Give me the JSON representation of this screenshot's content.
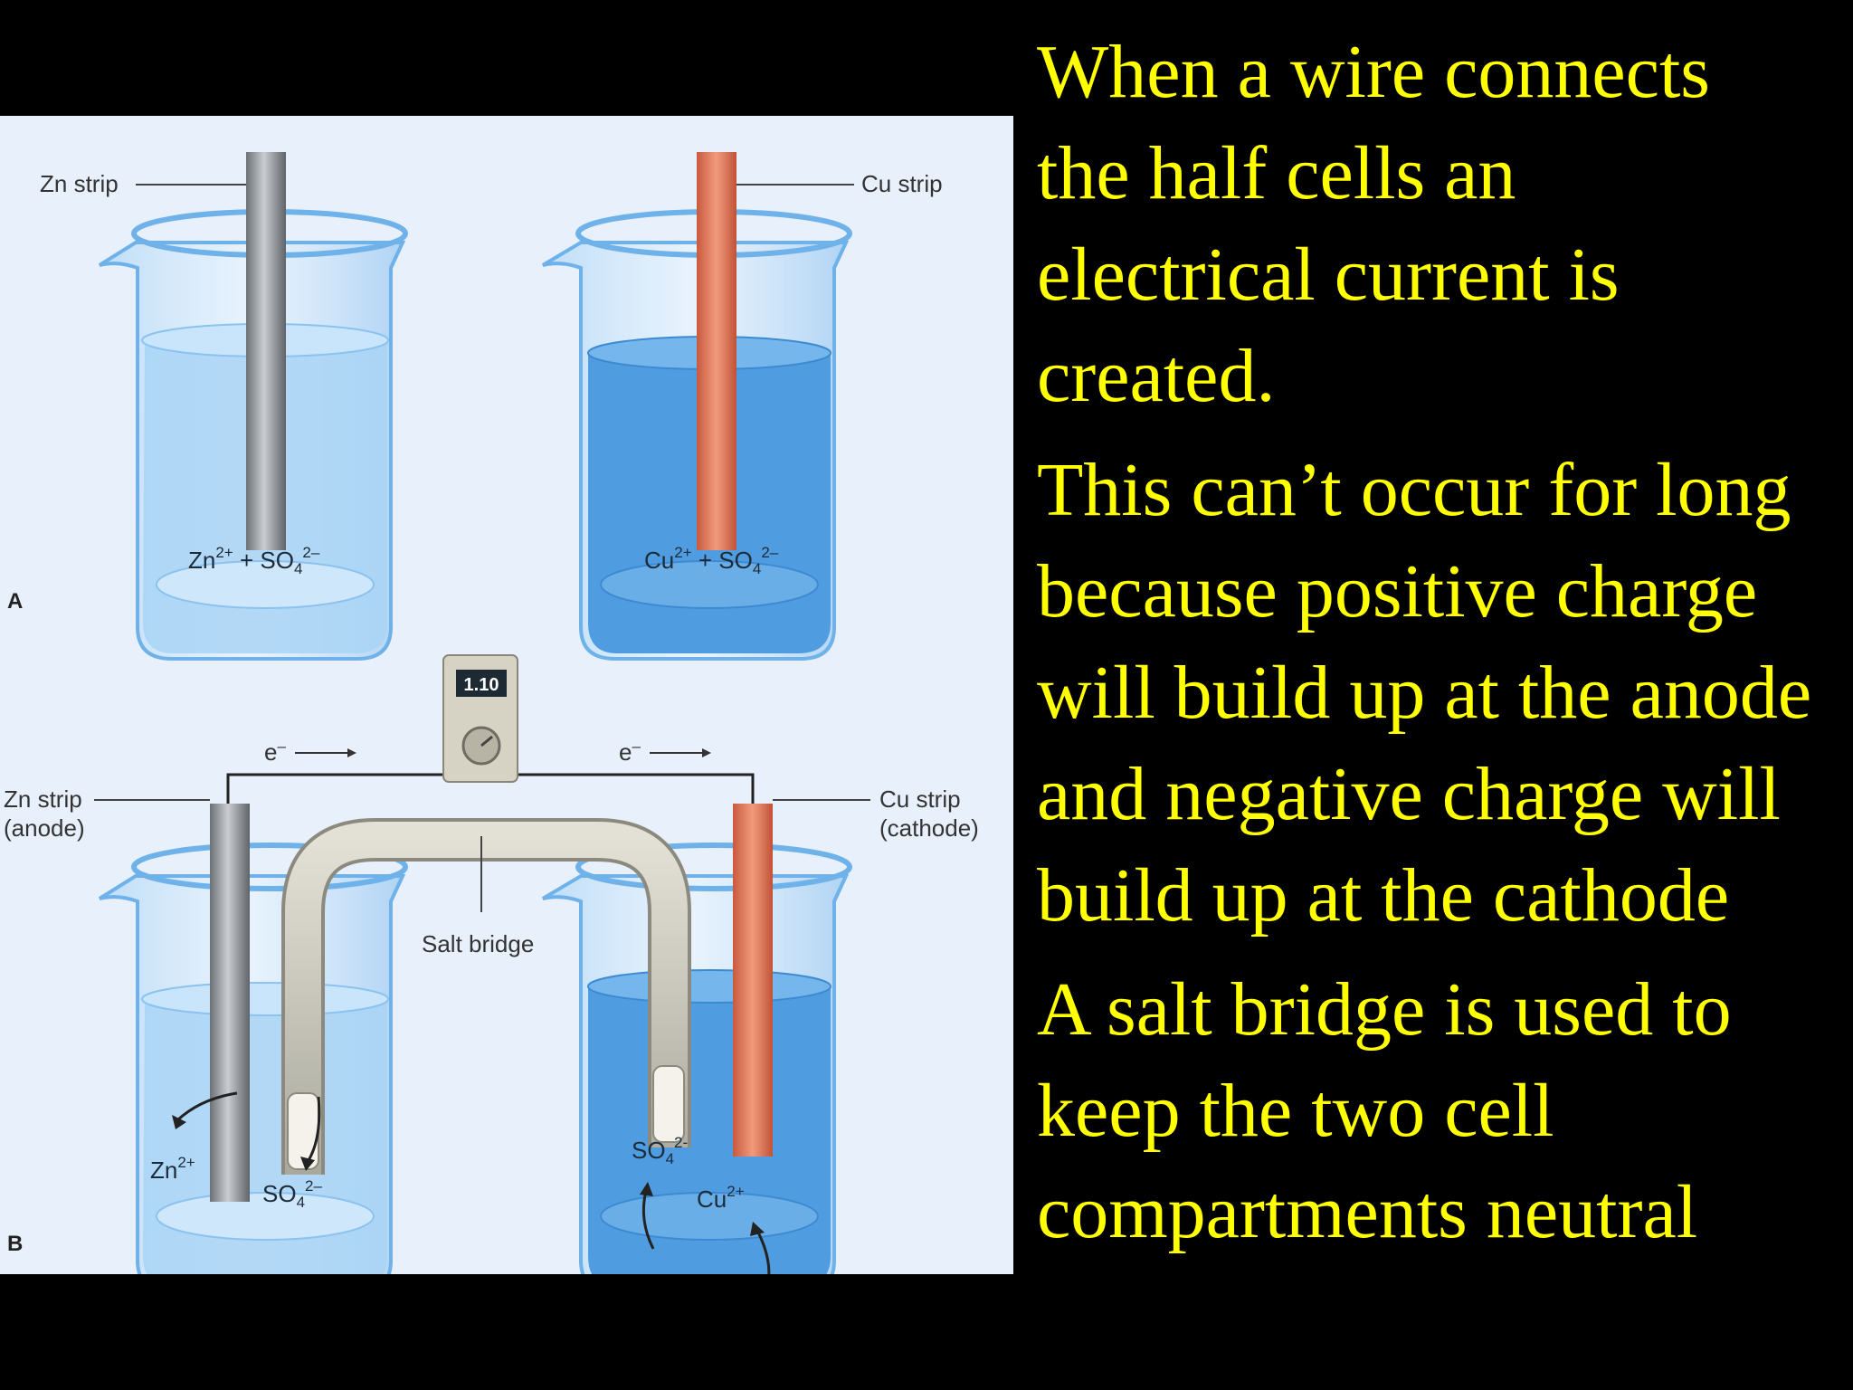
{
  "figure": {
    "panel_a": {
      "label": "A",
      "zn_strip_label": "Zn strip",
      "cu_strip_label": "Cu strip",
      "left_solution": {
        "base1": "Zn",
        "sup1": "2+",
        "plus": " + ",
        "base2": "SO",
        "sub2": "4",
        "sup2": "2–"
      },
      "right_solution": {
        "base1": "Cu",
        "sup1": "2+",
        "plus": " + ",
        "base2": "SO",
        "sub2": "4",
        "sup2": "2–"
      }
    },
    "panel_b": {
      "label": "B",
      "voltmeter_reading": "1.10",
      "electron_label_left": "e",
      "electron_label_right": "e",
      "electron_sup": "–",
      "zn_strip_label_line1": "Zn strip",
      "zn_strip_label_line2": "(anode)",
      "cu_strip_label_line1": "Cu strip",
      "cu_strip_label_line2": "(cathode)",
      "salt_bridge_label": "Salt bridge",
      "ion_zn": {
        "base": "Zn",
        "sup": "2+"
      },
      "ion_so4_left": {
        "base": "SO",
        "sub": "4",
        "sup": "2–"
      },
      "ion_so4_right": {
        "base": "SO",
        "sub": "4",
        "sup": "2-"
      },
      "ion_cu": {
        "base": "Cu",
        "sup": "2+"
      }
    },
    "colors": {
      "zinc": "#9ea3a8",
      "copper": "#e07a5f",
      "dilute_solution": "#a9d3f5",
      "copper_solution": "#4f9de0",
      "background": "#e7f0fb"
    }
  },
  "text": {
    "color": "#ffff00",
    "paragraphs": [
      "When a wire connects\nthe half cells an\nelectrical current is\ncreated.",
      "This can’t occur for long\nbecause positive charge\nwill build up at the anode\nand negative charge will\nbuild up at the cathode",
      "A salt bridge is used to\nkeep the two cell\ncompartments neutral"
    ]
  }
}
